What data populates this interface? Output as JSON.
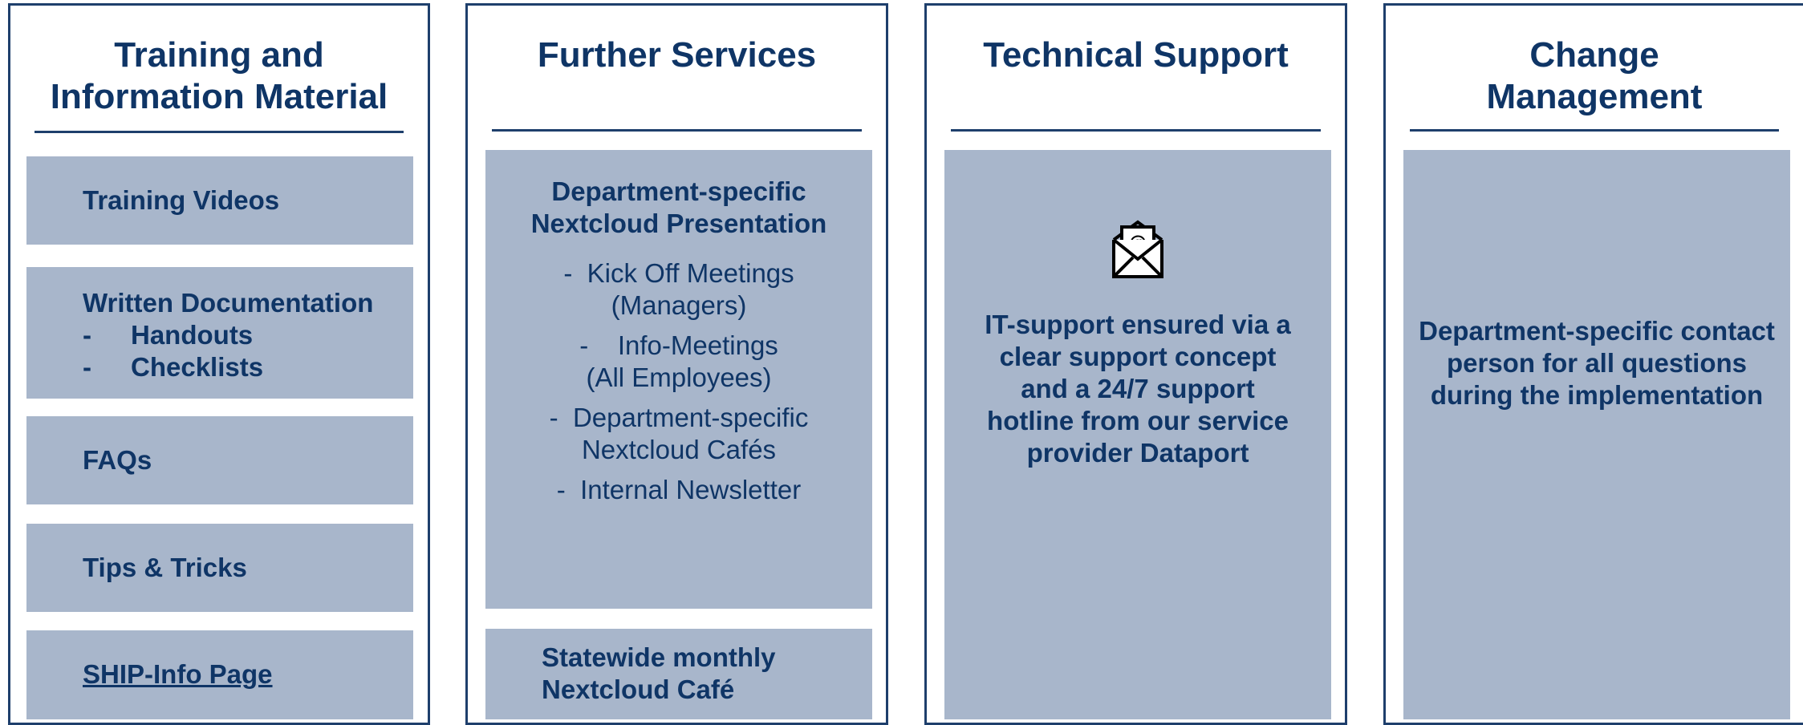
{
  "columns": {
    "training": {
      "title_line1": "Training and",
      "title_line2": "Information Material",
      "items": {
        "videos": "Training Videos",
        "docs_heading": "Written Documentation",
        "docs_sub1": "Handouts",
        "docs_sub2": "Checklists",
        "faqs": "FAQs",
        "tips": "Tips & Tricks",
        "ship": "SHIP-Info Page"
      }
    },
    "further": {
      "title": "Further Services",
      "box1_heading_line1": "Department-specific",
      "box1_heading_line2": "Nextcloud Presentation",
      "list": {
        "item1_line1": "Kick Off Meetings",
        "item1_line2": "(Managers)",
        "item2_line1": "Info-Meetings",
        "item2_line2": "(All Employees)",
        "item3_line1": "Department-specific",
        "item3_line2": "Nextcloud Cafés",
        "item4": "Internal Newsletter"
      },
      "box2_line1": "Statewide monthly",
      "box2_line2": "Nextcloud Café"
    },
    "technical": {
      "title": "Technical Support",
      "text_line1": "IT-support ensured via a",
      "text_line2": "clear support concept",
      "text_line3": "and a 24/7 support",
      "text_line4": "hotline from our service",
      "text_line5": "provider Dataport",
      "icon": "email-envelope-icon"
    },
    "change": {
      "title_line1": "Change",
      "title_line2": "Management",
      "text_line1": "Department-specific contact",
      "text_line2": "person for all questions",
      "text_line3": "during the implementation"
    }
  },
  "colors": {
    "border": "#1e3f6c",
    "box_fill": "#a8b6cb",
    "text": "#0f3566"
  }
}
